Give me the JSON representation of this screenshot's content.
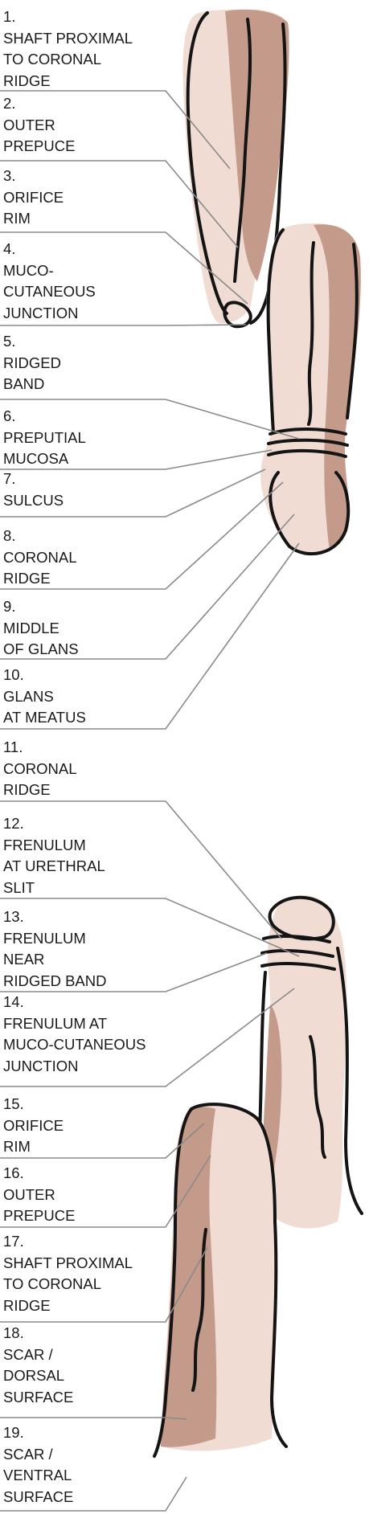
{
  "colors": {
    "skin_dark": "#c49a8a",
    "skin_light": "#f0dcd3",
    "outline": "#141414",
    "leader": "#8a8a8a"
  },
  "labels": [
    {
      "num": "1.",
      "text": "SHAFT PROXIMAL\nTO CORONAL\nRIDGE"
    },
    {
      "num": "2.",
      "text": "OUTER\nPREPUCE"
    },
    {
      "num": "3.",
      "text": "ORIFICE\nRIM"
    },
    {
      "num": "4.",
      "text": "MUCO-\nCUTANEOUS\nJUNCTION"
    },
    {
      "num": "5.",
      "text": "RIDGED\nBAND"
    },
    {
      "num": "6.",
      "text": "PREPUTIAL\nMUCOSA"
    },
    {
      "num": "7.",
      "text": "SULCUS"
    },
    {
      "num": "8.",
      "text": "CORONAL\nRIDGE"
    },
    {
      "num": "9.",
      "text": "MIDDLE\nOF GLANS"
    },
    {
      "num": "10.",
      "text": "GLANS\nAT MEATUS"
    },
    {
      "num": "11.",
      "text": "CORONAL\nRIDGE"
    },
    {
      "num": "12.",
      "text": "FRENULUM\nAT URETHRAL\nSLIT"
    },
    {
      "num": "13.",
      "text": "FRENULUM\nNEAR\nRIDGED BAND"
    },
    {
      "num": "14.",
      "text": "FRENULUM AT\nMUCO-CUTANEOUS\nJUNCTION"
    },
    {
      "num": "15.",
      "text": "ORIFICE\nRIM"
    },
    {
      "num": "16.",
      "text": "OUTER\nPREPUCE"
    },
    {
      "num": "17.",
      "text": "SHAFT PROXIMAL\nTO CORONAL\nRIDGE"
    },
    {
      "num": "18.",
      "text": "SCAR /\nDORSAL\nSURFACE"
    },
    {
      "num": "19.",
      "text": "SCAR /\nVENTRAL\nSURFACE"
    }
  ]
}
